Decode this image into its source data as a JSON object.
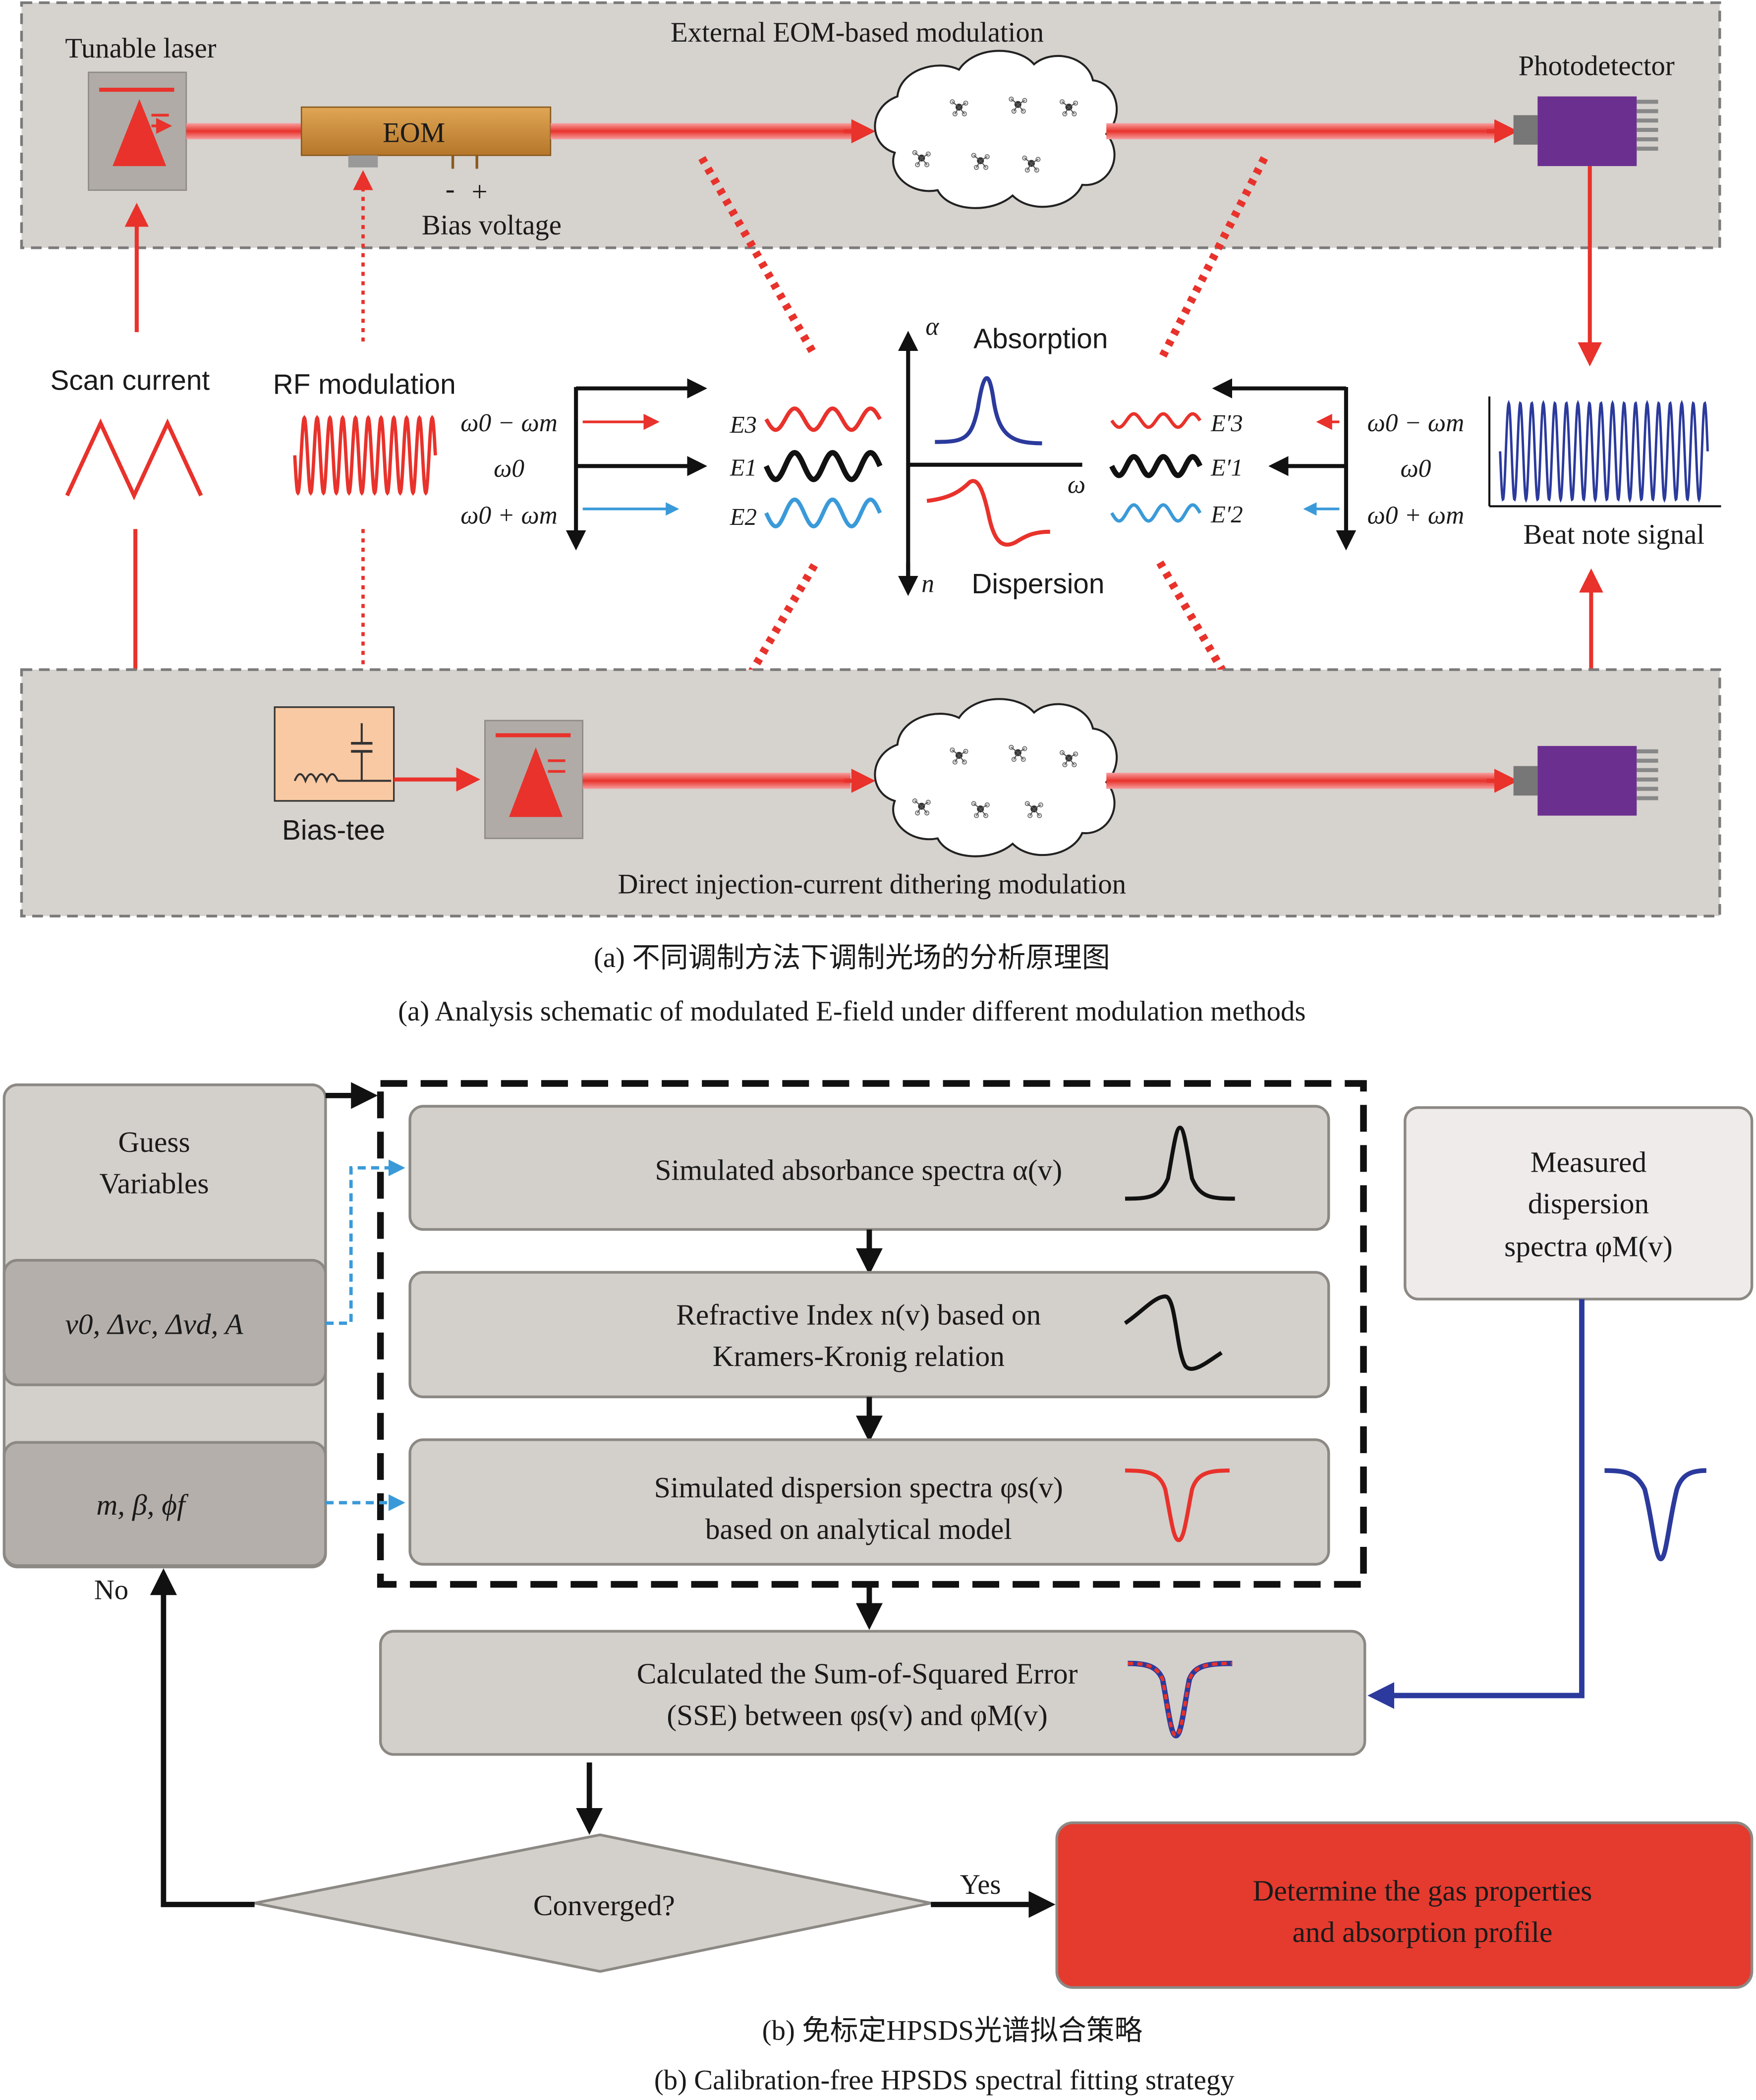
{
  "part_a": {
    "eom_title": "External EOM-based modulation",
    "direct_title": "Direct injection-current dithering modulation",
    "caption_cn": "(a) 不同调制方法下调制光场的分析原理图",
    "caption_en": "(a) Analysis schematic of modulated E-field under different modulation methods",
    "tunable_laser": "Tunable laser",
    "eom": "EOM",
    "bias_minus": "-",
    "bias_plus": "+",
    "bias_voltage": "Bias voltage",
    "photodetector": "Photodetector",
    "scan_current": "Scan current",
    "rf_modulation": "RF modulation",
    "bias_tee": "Bias-tee",
    "beat_note": "Beat note signal",
    "absorption": "Absorption",
    "dispersion": "Dispersion",
    "axis_alpha": "α",
    "axis_n": "n",
    "axis_omega": "ω",
    "freq_minus": "ω0 − ωm",
    "freq_center": "ω0",
    "freq_plus": "ω0 + ωm",
    "field_E3": "E3",
    "field_E1": "E1",
    "field_E2": "E2",
    "field_E3p": "E′3",
    "field_E1p": "E′1",
    "field_E2p": "E′2"
  },
  "part_b": {
    "guess_title": "Guess Variables",
    "params_line": "v0, Δvc, Δvd, A",
    "mod_params": "m, β, ϕf",
    "step1": "Simulated absorbance spectra α(v)",
    "step2_line1": "Refractive Index n(v) based on",
    "step2_line2": "Kramers-Kronig relation",
    "step3_line1": "Simulated dispersion spectra φs(v)",
    "step3_line2": "based on analytical model",
    "sse_line1": "Calculated the Sum-of-Squared Error",
    "sse_line2": "(SSE) between φs(v) and φM(v)",
    "measured_line1": "Measured",
    "measured_line2": "dispersion",
    "measured_line3": "spectra φM(v)",
    "decision": "Converged?",
    "yes": "Yes",
    "no": "No",
    "result_line1": "Determine the gas properties",
    "result_line2": "and absorption profile",
    "caption_cn": "(b) 免标定HPSDS光谱拟合策略",
    "caption_en": "(b) Calibration-free HPSDS spectral fitting strategy"
  },
  "colors": {
    "red": "#e8322b",
    "blue_wave": "#3a9ad9",
    "navy": "#2b3a9c",
    "purple": "#6b2f8f",
    "panel": "#d6d2ce",
    "box": "#d3cfcb",
    "dark_box": "#b4afab",
    "result": "#e53a2e",
    "bias_tee": "#f9c9a3",
    "eom": "#c98a3a"
  }
}
